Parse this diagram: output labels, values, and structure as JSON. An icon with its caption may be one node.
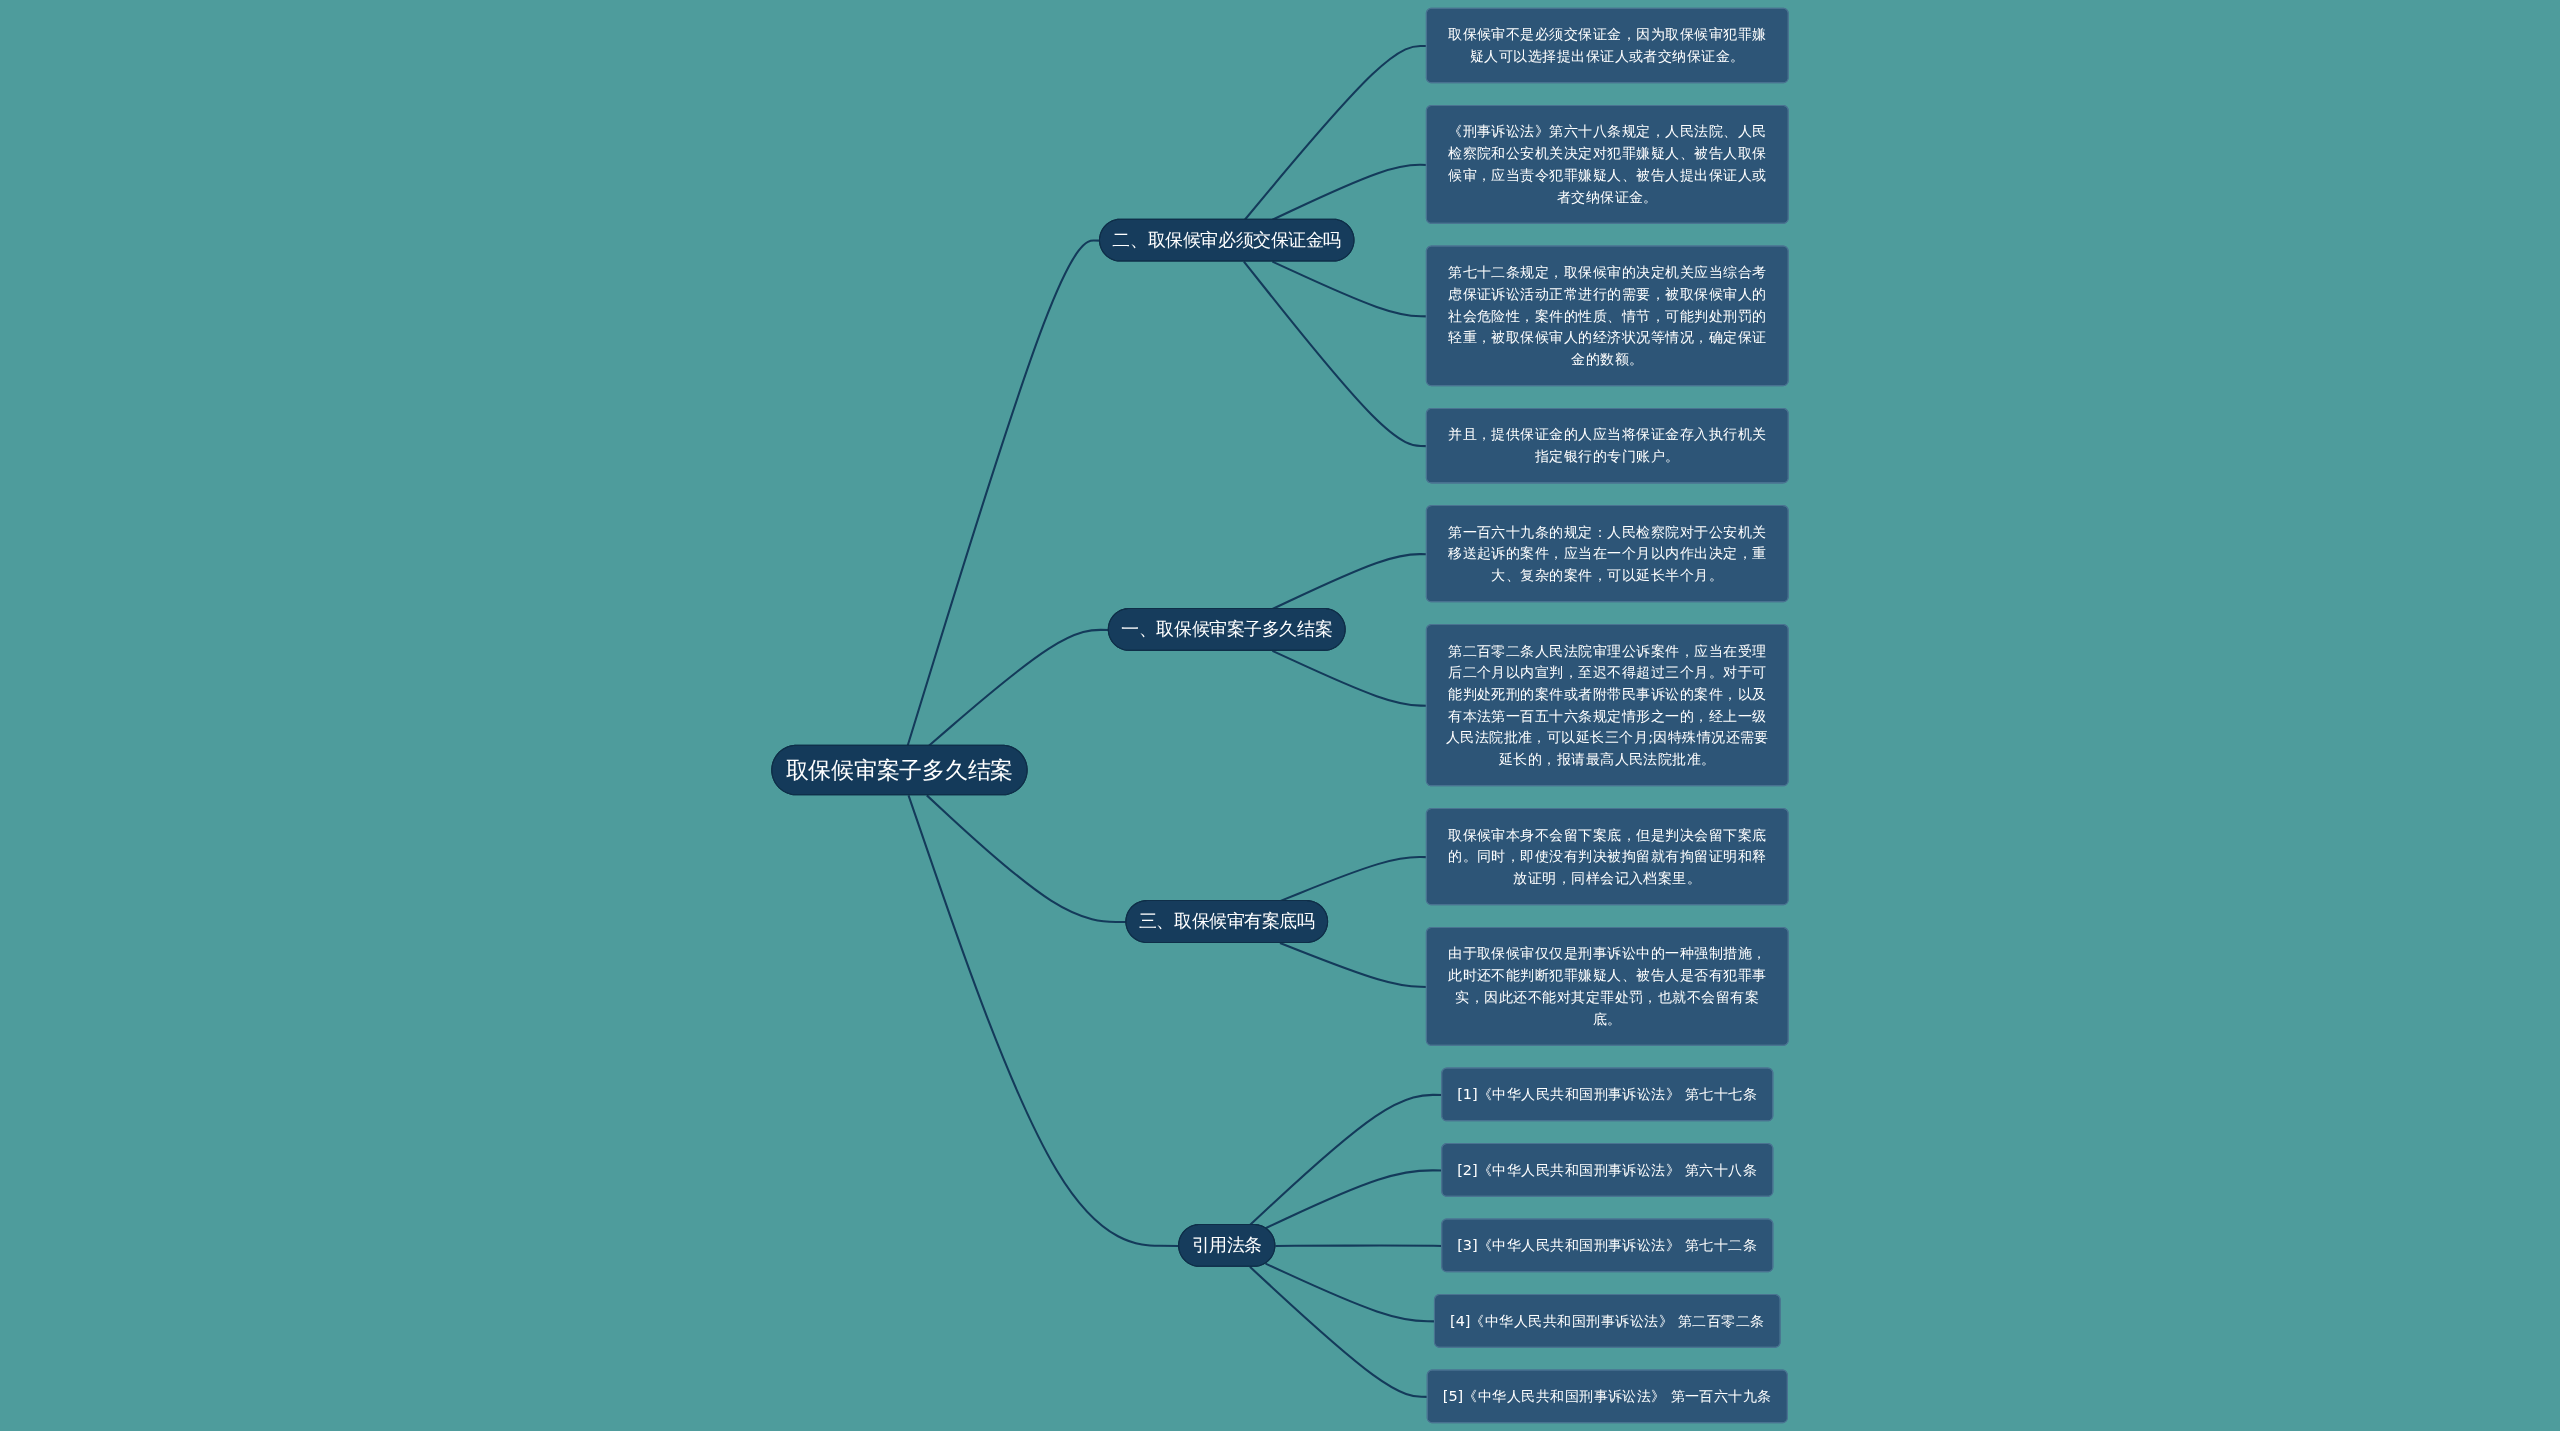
{
  "diagram": {
    "nodes": [
      {
        "text": [
          "取保候审案子多久结案"
        ]
      },
      {
        "text": [
          "二、取保候审必须交保证金吗"
        ]
      },
      {
        "text": [
          "取保候审不是必须交保证金，因为取保候审犯罪嫌疑人可以选择提出保证人或者交纳保证金。"
        ]
      },
      {
        "text": [
          "《刑事诉讼法》第六十八条规定，人民法院、人民检察院和公安机关决定对犯罪嫌疑人、被告人取保候审，应当责令犯罪嫌疑人、被告人提出保证人或者交纳保证金。"
        ]
      },
      {
        "text": [
          "第七十二条规定，取保候审的决定机关应当综合考虑保证诉讼活动正常进行的需要，被取保候审人的社会危险性，案件的性质、情节，可能判处刑罚的轻重，被取保候审人的经济状况等情况，确定保证金的数额。"
        ]
      },
      {
        "text": [
          "并且，提供保证金的人应当将保证金存入执行机关指定银行的专门账户。"
        ]
      },
      {
        "text": [
          "一、取保候审案子多久结案"
        ]
      },
      {
        "text": [
          "第一百六十九条的规定：人民检察院对于公安机关移送起诉的案件，应当在一个月以内作出决定，重大、复杂的案件，可以延长半个月。"
        ]
      },
      {
        "text": [
          "第二百零二条人民法院审理公诉案件，应当在受理后二个月以内宣判，至迟不得超过三个月。对于可能判处死刑的案件或者附带民事诉讼的案件，以及有本法第一百五十六条规定情形之一的，经上一级人民法院批准，可以延长三个月;因特殊情况还需要延长的，报请最高人民法院批准。"
        ]
      },
      {
        "text": [
          "三、取保候审有案底吗"
        ]
      },
      {
        "text": [
          "取保候审本身不会留下案底，但是判决会留下案底的。同时，即使没有判决被拘留就有拘留证明和释放证明，同样会记入档案里。"
        ]
      },
      {
        "text": [
          "由于取保候审仅仅是刑事诉讼中的一种强制措施，此时还不能判断犯罪嫌疑人、被告人是否有犯罪事实，因此还不能对其定罪处罚，也就不会留有案底。"
        ]
      },
      {
        "text": [
          "引用法条"
        ]
      },
      {
        "text": [
          "[1]《中华人民共和国刑事诉讼法》 第七十七条"
        ]
      },
      {
        "text": [
          "[2]《中华人民共和国刑事诉讼法》 第六十八条"
        ]
      },
      {
        "text": [
          "[3]《中华人民共和国刑事诉讼法》 第七十二条"
        ]
      },
      {
        "text": [
          "[4]《中华人民共和国刑事诉讼法》 第二百零二条"
        ]
      },
      {
        "text": [
          "[5]《中华人民共和国刑事诉讼法》 第一百六十九条"
        ]
      }
    ],
    "edges": [
      {
        "from": 0,
        "to": 1,
        "arrow": "none"
      },
      {
        "from": 1,
        "to": 2,
        "arrow": "none"
      },
      {
        "from": 1,
        "to": 3,
        "arrow": "none"
      },
      {
        "from": 1,
        "to": 4,
        "arrow": "none"
      },
      {
        "from": 1,
        "to": 5,
        "arrow": "none"
      },
      {
        "from": 0,
        "to": 6,
        "arrow": "none"
      },
      {
        "from": 6,
        "to": 7,
        "arrow": "none"
      },
      {
        "from": 6,
        "to": 8,
        "arrow": "none"
      },
      {
        "from": 0,
        "to": 9,
        "arrow": "none"
      },
      {
        "from": 9,
        "to": 10,
        "arrow": "none"
      },
      {
        "from": 9,
        "to": 11,
        "arrow": "none"
      },
      {
        "from": 0,
        "to": 12,
        "arrow": "none"
      },
      {
        "from": 12,
        "to": 13,
        "arrow": "none"
      },
      {
        "from": 12,
        "to": 14,
        "arrow": "none"
      },
      {
        "from": 12,
        "to": 15,
        "arrow": "none"
      },
      {
        "from": 12,
        "to": 16,
        "arrow": "none"
      },
      {
        "from": 12,
        "to": 17,
        "arrow": "none"
      }
    ]
  }
}
